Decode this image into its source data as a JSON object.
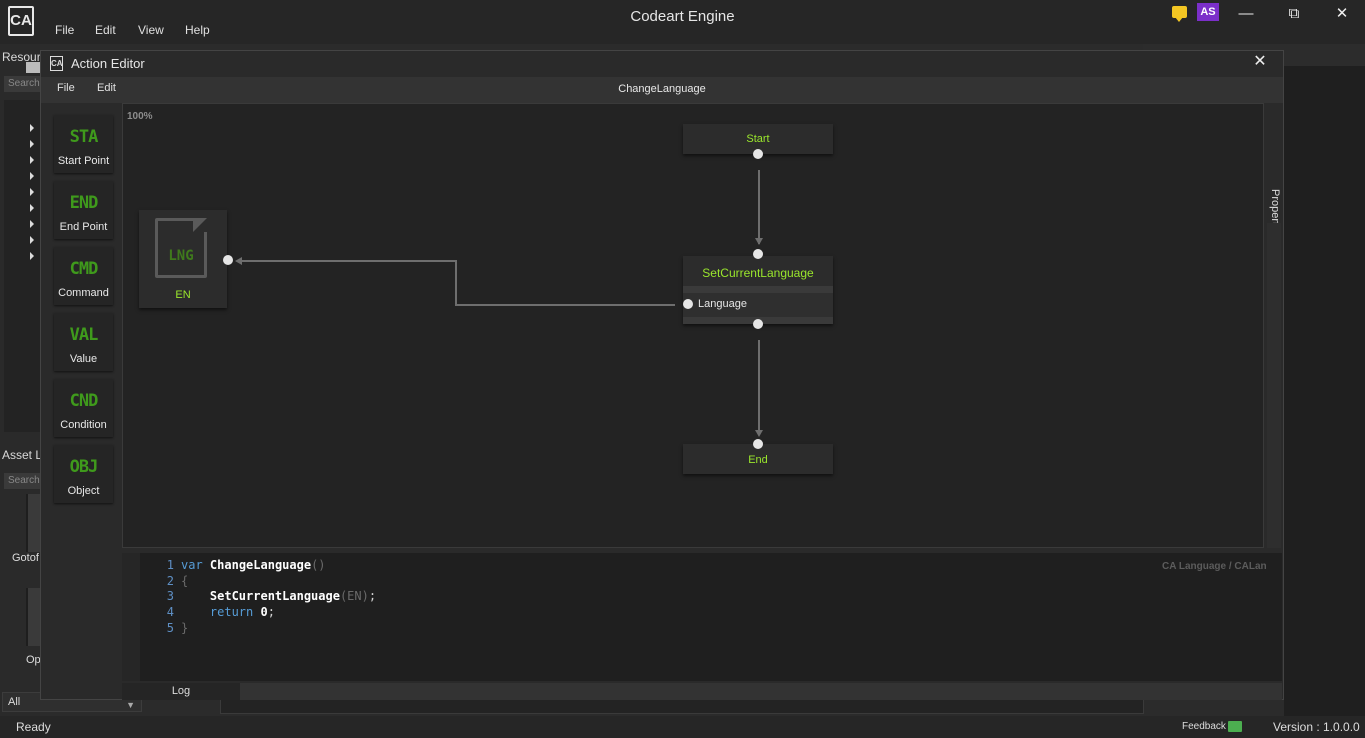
{
  "app": {
    "title": "Codeart Engine",
    "logo": "CA",
    "menu": [
      "File",
      "Edit",
      "View",
      "Help"
    ],
    "user_initials": "AS",
    "icons": {
      "notification": "chat-bubble-icon",
      "minimize": "minimize-icon",
      "restore": "restore-icon",
      "close": "close-icon"
    },
    "colors": {
      "accent_green": "#9ae62c",
      "avatar": "#7b2fc9",
      "notification": "#f3c623"
    }
  },
  "left_panel": {
    "resources_label": "Resources",
    "resources_search_placeholder": "Search",
    "asset_label": "Asset Li",
    "asset_search_placeholder": "Search",
    "assets": [
      "Gotof",
      "Op"
    ],
    "filter_value": "All"
  },
  "status": {
    "text": "Ready",
    "feedback": "Feedback",
    "version": "Version : 1.0.0.0"
  },
  "editor": {
    "title": "Action Editor",
    "logo": "CA",
    "menu": [
      "File",
      "Edit"
    ],
    "document_title": "ChangeLanguage",
    "zoom": "100%",
    "properties_tab": "Properties",
    "tools": [
      {
        "icon": "STA",
        "label": "Start Point"
      },
      {
        "icon": "END",
        "label": "End Point"
      },
      {
        "icon": "CMD",
        "label": "Command"
      },
      {
        "icon": "VAL",
        "label": "Value"
      },
      {
        "icon": "CND",
        "label": "Condition"
      },
      {
        "icon": "OBJ",
        "label": "Object"
      }
    ],
    "nodes": {
      "start": "Start",
      "command": "SetCurrentLanguage",
      "command_param": "Language",
      "end": "End",
      "value_icon": "LNG",
      "value_label": "EN"
    },
    "code": {
      "language": "CA Language / CALan",
      "lines": [
        "1",
        "2",
        "3",
        "4",
        "5"
      ],
      "kw_var": "var",
      "fn_name": "ChangeLanguage",
      "parens": "()",
      "open_brace": "{",
      "call_name": "SetCurrentLanguage",
      "call_args": "(EN)",
      "call_end": ";",
      "kw_return": "return",
      "ret_val": "0",
      "ret_end": ";",
      "close_brace": "}"
    },
    "log_tab": "Log"
  }
}
